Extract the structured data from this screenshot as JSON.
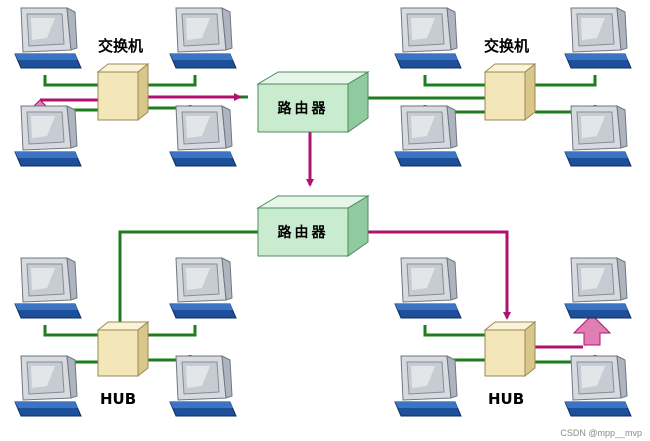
{
  "labels": {
    "switch": "交换机",
    "router": "路由器",
    "hub": "HUB"
  },
  "watermark": "CSDN @mpp__mvp",
  "colors": {
    "link_green": "#1e7d1e",
    "data_path_magenta": "#b0106f",
    "router_face": "#c9ecd0",
    "router_top": "#e6f7ea",
    "router_side": "#8fcb9e",
    "hub_face": "#f3e6b8",
    "hub_top": "#faf3d8",
    "hub_side": "#d9c68a"
  }
}
